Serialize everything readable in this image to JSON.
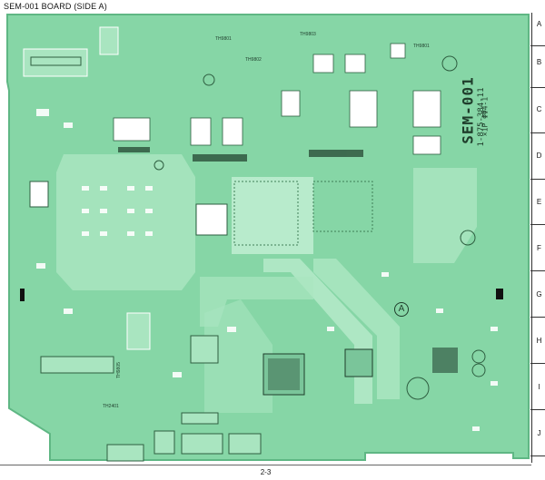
{
  "header": {
    "title": "SEM-001 BOARD (SIDE A)"
  },
  "board": {
    "label_main": "SEM-001",
    "label_part": "1-875-384-11",
    "label_sub": "×1P ΦΦ4-1",
    "marker": "A",
    "component_labels": [
      "TH9801",
      "TH9802",
      "TH9803",
      "TH9801",
      "TH2401",
      "TH9805"
    ]
  },
  "grid_rows": [
    "A",
    "B",
    "C",
    "D",
    "E",
    "F",
    "G",
    "H",
    "I",
    "J"
  ],
  "footer": {
    "page": "2-3"
  },
  "colors": {
    "board": "#86d6a6",
    "board_edge": "#5fb784",
    "trace": "#a9e5c0",
    "pad": "#ffffff",
    "dark": "#1f3d2b",
    "ink": "#111111"
  }
}
